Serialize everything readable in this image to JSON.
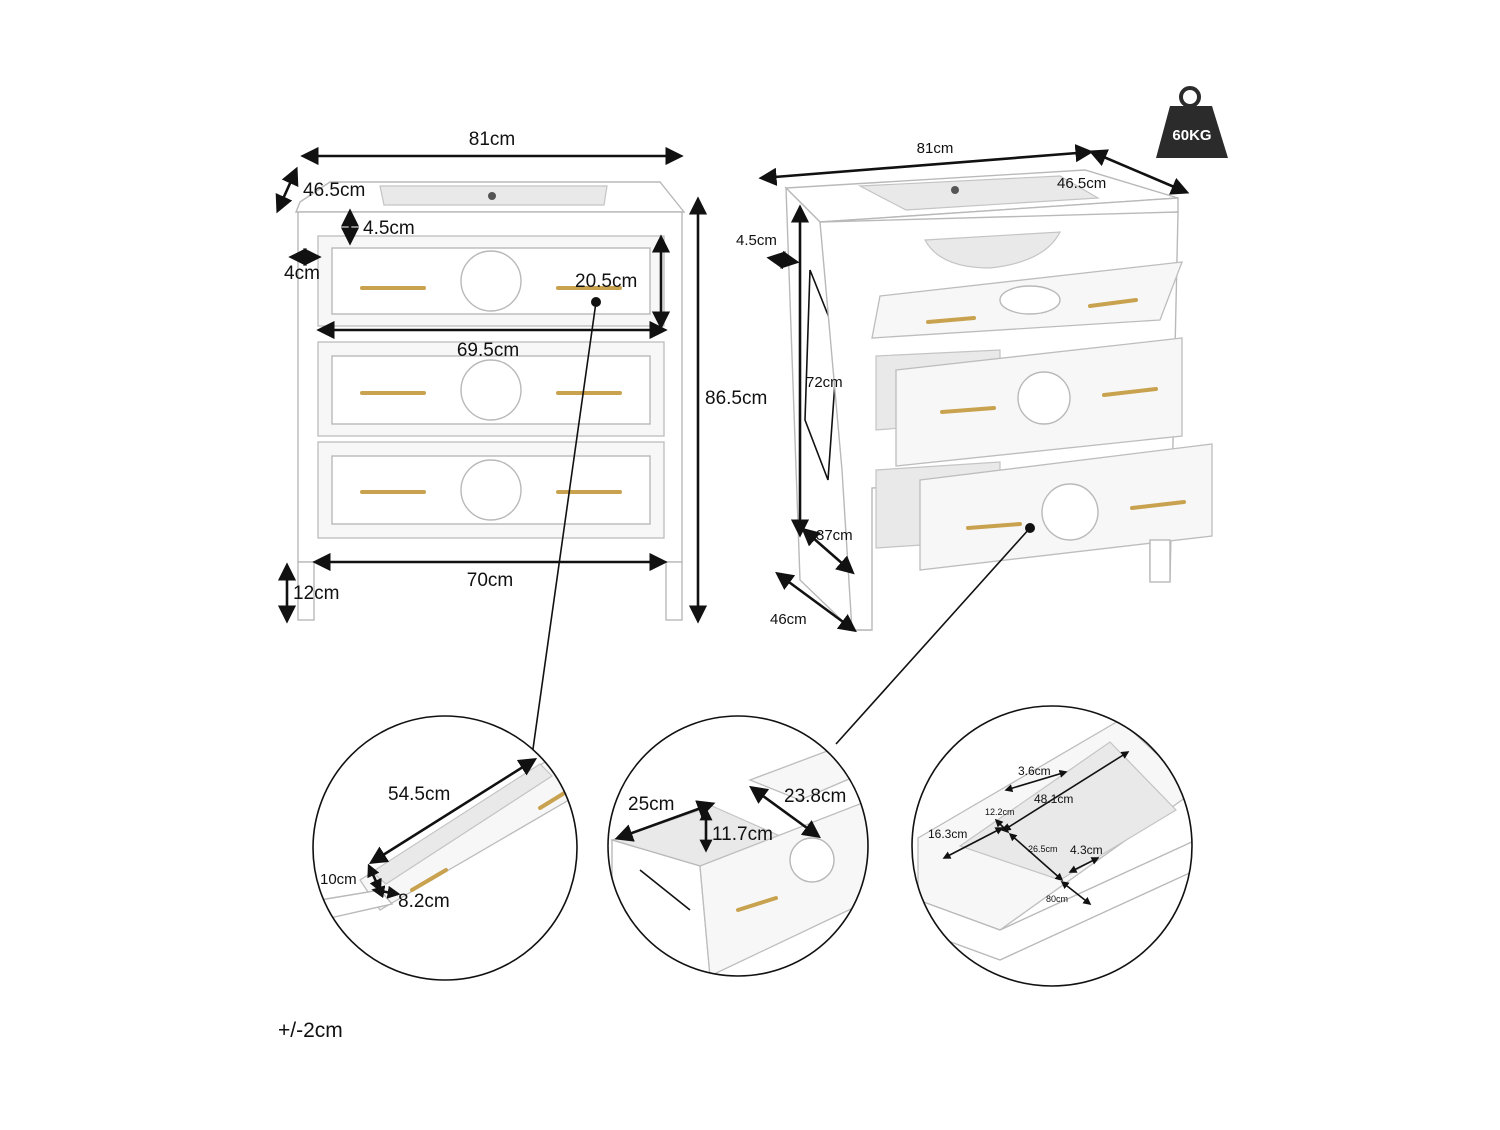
{
  "weight": {
    "label": "60KG",
    "icon": "weight-icon",
    "color": "#2b2b2b"
  },
  "front_view": {
    "width": "81cm",
    "depth": "46.5cm",
    "top_thickness": "4.5cm",
    "side_thickness": "4cm",
    "drawer_height": "20.5cm",
    "drawer_width": "69.5cm",
    "total_height": "86.5cm",
    "base_width": "70cm",
    "leg_height": "12cm"
  },
  "side_view": {
    "width": "81cm",
    "depth": "46.5cm",
    "top_thickness": "4.5cm",
    "inner_height": "72cm",
    "drawer_depth": "37cm",
    "base_depth": "46cm"
  },
  "detail_drawer_front": {
    "length": "54.5cm",
    "height": "10cm",
    "thickness": "8.2cm"
  },
  "detail_drawer_box": {
    "depth": "25cm",
    "width": "23.8cm",
    "height": "11.7cm"
  },
  "detail_basin": {
    "d1": "3.6cm",
    "d2": "48.1cm",
    "d3": "12.2cm",
    "d4": "16.3cm",
    "d5": "26.5cm",
    "d6": "4.3cm",
    "d7": "80cm"
  },
  "tolerance": "+/-2cm",
  "colors": {
    "handle": "#c8a24f",
    "line": "#111111"
  }
}
